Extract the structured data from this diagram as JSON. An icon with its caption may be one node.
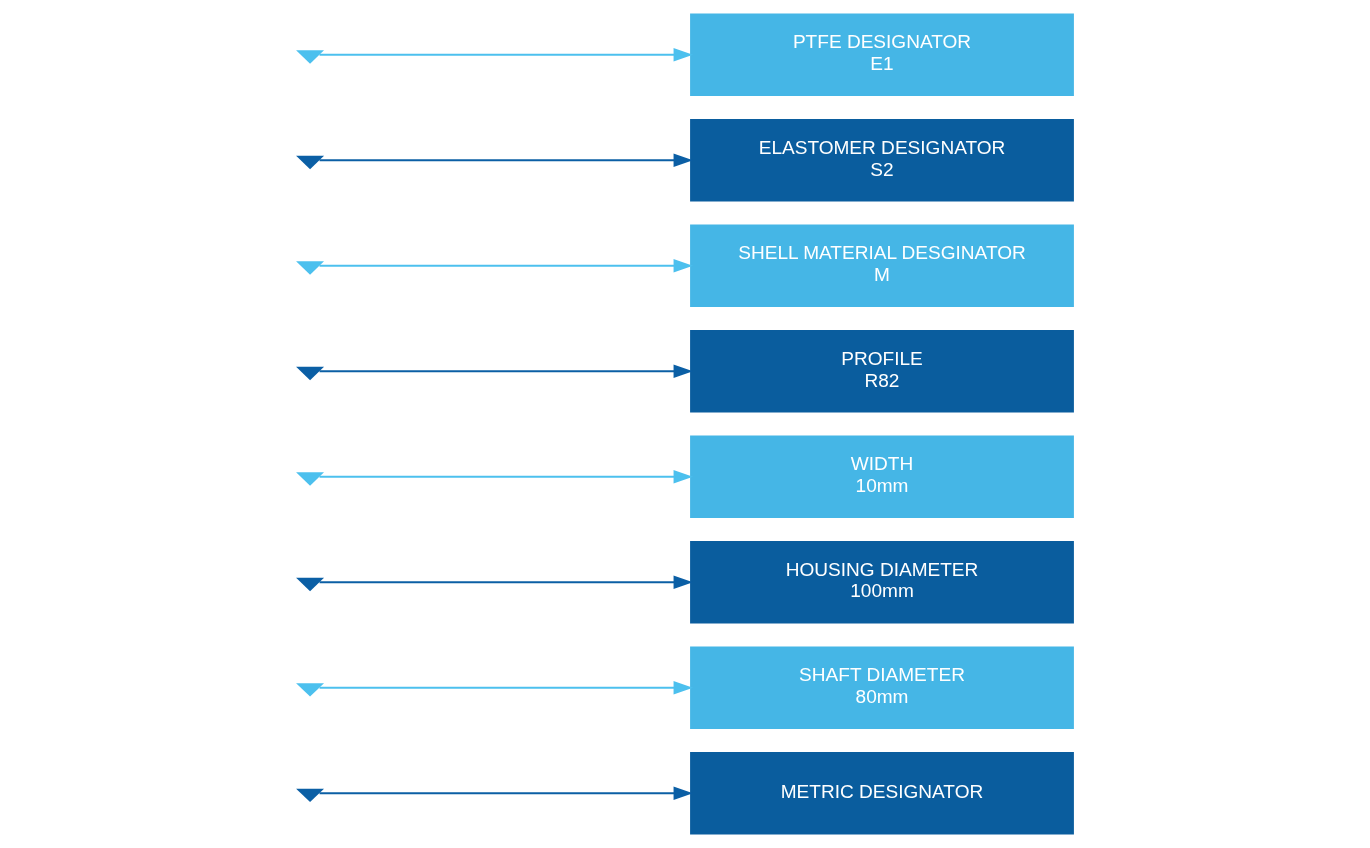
{
  "diagram": {
    "nodes": [
      {
        "text": [
          "PTFE DESIGNATOR",
          "E1"
        ]
      },
      {
        "text": [
          "ELASTOMER DESIGNATOR",
          "S2"
        ]
      },
      {
        "text": [
          "SHELL MATERIAL DESGINATOR",
          "M"
        ]
      },
      {
        "text": [
          "PROFILE",
          "R82"
        ]
      },
      {
        "text": [
          "WIDTH",
          "10mm"
        ]
      },
      {
        "text": [
          "HOUSING DIAMETER",
          "100mm"
        ]
      },
      {
        "text": [
          "SHAFT DIAMETER",
          "80mm"
        ]
      },
      {
        "text": [
          "METRIC DESIGNATOR"
        ]
      }
    ],
    "edges": [
      {
        "from": null,
        "to": 0,
        "arrow": "to",
        "color": "#4cc0ee"
      },
      {
        "from": null,
        "to": 1,
        "arrow": "to",
        "color": "#0b5fa5"
      },
      {
        "from": null,
        "to": 2,
        "arrow": "to",
        "color": "#4cc0ee"
      },
      {
        "from": null,
        "to": 3,
        "arrow": "to",
        "color": "#0b5fa5"
      },
      {
        "from": null,
        "to": 4,
        "arrow": "to",
        "color": "#4cc0ee"
      },
      {
        "from": null,
        "to": 5,
        "arrow": "to",
        "color": "#0b5fa5"
      },
      {
        "from": null,
        "to": 6,
        "arrow": "to",
        "color": "#4cc0ee"
      },
      {
        "from": null,
        "to": 7,
        "arrow": "to",
        "color": "#0b5fa5"
      }
    ]
  }
}
